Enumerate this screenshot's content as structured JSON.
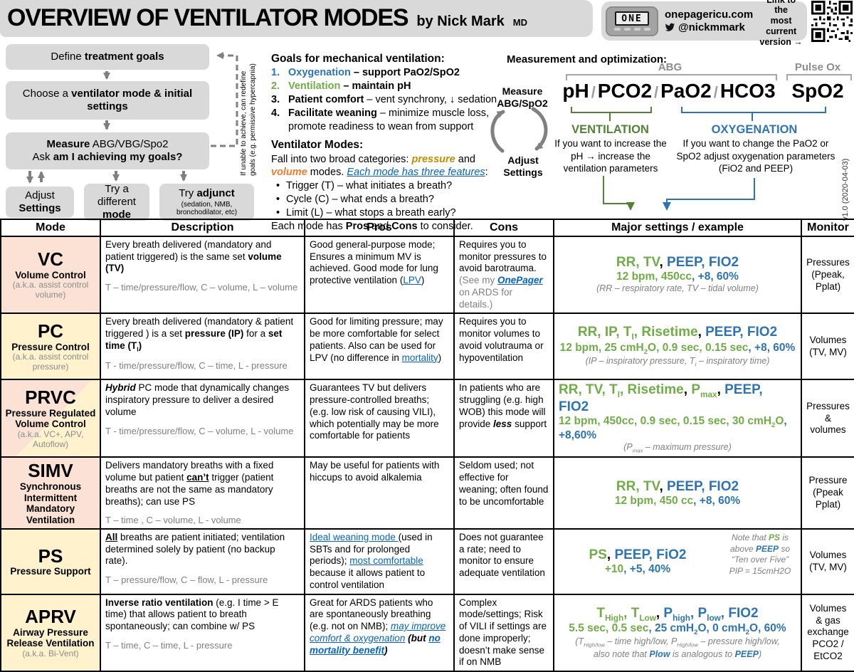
{
  "colors": {
    "accent_green": "#70ad47",
    "accent_dark_green": "#538135",
    "accent_blue": "#2e74b5",
    "link_blue": "#0563c1",
    "gold": "#bf8f00",
    "orange": "#ed7d31",
    "box_gray": "#d9d9d9",
    "mode_peach": "#fbe2d5",
    "mode_yellow": "#fff2cc"
  },
  "header": {
    "title": "OVERVIEW OF VENTILATOR MODES",
    "byline": "by Nick Mark",
    "credential": "MD",
    "brand": {
      "pager_text": "ONE",
      "site": "onepagericu.com",
      "twitter": "@nickmmark",
      "link_note": "Link to the\nmost current\nversion →"
    },
    "version": "v1.0 (2020-04-03)"
  },
  "flowchart": {
    "box1": [
      {
        "t": "Define ",
        "s": ""
      },
      {
        "t": "treatment goals",
        "s": "bd"
      }
    ],
    "box2": [
      {
        "t": "Choose a ",
        "s": ""
      },
      {
        "t": "ventilator mode & initial\nsettings",
        "s": "bd"
      }
    ],
    "box3": [
      {
        "t": "Measure",
        "s": "bd"
      },
      {
        "t": " ABG/VBG/Spo2\nAsk ",
        "s": ""
      },
      {
        "t": "am I achieving my goals?",
        "s": "bd"
      }
    ],
    "adjust": [
      {
        "t": "Adjust\n",
        "s": ""
      },
      {
        "t": "Settings",
        "s": "bd"
      }
    ],
    "try_mode": [
      {
        "t": "Try a\ndifferent\n",
        "s": ""
      },
      {
        "t": "mode",
        "s": "bd"
      }
    ],
    "try_adjunct": [
      {
        "t": "Try ",
        "s": ""
      },
      {
        "t": "adjunct",
        "s": "bd"
      }
    ],
    "try_adjunct_sub": "(sedation, NMB,\nbronchodilator, etc)",
    "feedback_note": "If unable to achieve, can redefine\ngoals (e.g. permissive hypercapnia)"
  },
  "goals": {
    "heading": "Goals for mechanical ventilation:",
    "items": [
      {
        "num": "1.",
        "segs": [
          {
            "t": "Oxygenation",
            "s": "b"
          },
          {
            "t": " – support PaO2/SpO2",
            "s": "bd"
          }
        ]
      },
      {
        "num": "2.",
        "segs": [
          {
            "t": "Ventilation",
            "s": "g"
          },
          {
            "t": " – maintain pH",
            "s": "bd"
          }
        ]
      },
      {
        "num": "3.",
        "segs": [
          {
            "t": "Patient comfort",
            "s": "bd"
          },
          {
            "t": " – vent synchrony, ↓ sedation",
            "s": ""
          }
        ]
      },
      {
        "num": "4.",
        "segs": [
          {
            "t": "Facilitate weaning",
            "s": "bd"
          },
          {
            "t": " – minimize muscle loss,\npromote readiness to wean from support",
            "s": ""
          }
        ]
      }
    ],
    "modes_heading": "Ventilator Modes:",
    "modes_intro": [
      {
        "t": "Fall into two broad categories: ",
        "s": ""
      },
      {
        "t": "pressure",
        "s": "go"
      },
      {
        "t": " and ",
        "s": ""
      },
      {
        "t": "volume",
        "s": "or"
      },
      {
        "t": " modes. ",
        "s": ""
      },
      {
        "t": "Each mode has three features",
        "s": "lk it"
      },
      {
        "t": ":",
        "s": ""
      }
    ],
    "bullets": [
      "Trigger (T) – what initiates a breath?",
      "Cycle (C) – what ends a breath?",
      "Limit (L) – what stops a breath early?"
    ],
    "outro": [
      {
        "t": "Each mode has ",
        "s": ""
      },
      {
        "t": "Pros",
        "s": "bd"
      },
      {
        "t": " and ",
        "s": ""
      },
      {
        "t": "Cons",
        "s": "bd"
      },
      {
        "t": " to consider.",
        "s": ""
      }
    ]
  },
  "measurement": {
    "heading": "Measurement and optimization:",
    "cycle": {
      "measure": "Measure\nABG/SpO2",
      "adjust": "Adjust\nSettings"
    },
    "abg_label": "ABG",
    "pulseox_label": "Pulse Ox",
    "formula": [
      {
        "t": "pH",
        "s": ""
      },
      {
        "t": "/",
        "s": "slash"
      },
      {
        "t": "PCO2",
        "s": ""
      },
      {
        "t": "/",
        "s": "slash"
      },
      {
        "t": "PaO2",
        "s": ""
      },
      {
        "t": "/",
        "s": "slash"
      },
      {
        "t": "HCO3",
        "s": ""
      }
    ],
    "spo2": "SpO2",
    "ventilation": {
      "title": "VENTILATION",
      "text": "If you want to increase the pH → increase the ventilation parameters"
    },
    "oxygenation": {
      "title": "OXYGENATION",
      "text": "If you want to change the PaO2 or SpO2 adjust oxygenation parameters (FiO2 and PEEP)"
    }
  },
  "table": {
    "headers": [
      "Mode",
      "Description",
      "Pros",
      "Cons",
      "Major settings / example",
      "Monitor"
    ],
    "rows": [
      {
        "mode": {
          "abbr": "VC",
          "name": "Volume Control",
          "aka": "(a.k.a. assist control\nvolume)",
          "bg": "#fbe2d5"
        },
        "desc": [
          {
            "t": "Every breath delivered (mandatory and patient triggered) is the same set ",
            "s": ""
          },
          {
            "t": "volume (TV)",
            "s": "bd"
          }
        ],
        "tcl": "T – time/pressure/flow, C – volume, L – volume",
        "pros": [
          {
            "t": "Good general-purpose mode; Ensures a minimum MV is achieved. Good mode for lung protective ventilation (",
            "s": ""
          },
          {
            "t": "LPV",
            "s": "lk"
          },
          {
            "t": ")",
            "s": ""
          }
        ],
        "cons": [
          {
            "t": "Requires you to monitor pressures to avoid barotrauma.\n",
            "s": ""
          },
          {
            "t": "(See my ",
            "s": "gy"
          },
          {
            "t": "OnePager",
            "s": "lk it bd"
          },
          {
            "t": " on ARDS for details.)",
            "s": "gy"
          }
        ],
        "set1": [
          {
            "t": "RR, TV",
            "s": "g"
          },
          {
            "t": ", ",
            "s": "k bd"
          },
          {
            "t": "PEEP, FIO2",
            "s": "b"
          }
        ],
        "set2": [
          {
            "t": "12 bpm, 450cc",
            "s": "g"
          },
          {
            "t": ", ",
            "s": "b"
          },
          {
            "t": "+8, 60%",
            "s": "b"
          }
        ],
        "note": [
          {
            "t": "(RR – respiratory rate, TV – tidal volume)",
            "s": ""
          }
        ],
        "monitor": "Pressures\n(Ppeak,\nPplat)"
      },
      {
        "mode": {
          "abbr": "PC",
          "name": "Pressure Control",
          "aka": "(a.k.a. assist control\npressure)",
          "bg": "#fff2cc"
        },
        "desc": [
          {
            "t": "Every breath delivered (mandatory & patient triggered ) is a set ",
            "s": ""
          },
          {
            "t": "pressure (IP)",
            "s": "bd"
          },
          {
            "t": " for a ",
            "s": ""
          },
          {
            "t": "set time (T",
            "s": "bd"
          },
          {
            "t": "I",
            "s": "bd sub"
          },
          {
            "t": ")",
            "s": "bd"
          }
        ],
        "tcl": "T - time/pressure/flow, C – time, L - pressure",
        "pros": [
          {
            "t": "Good for limiting pressure; may be more comfortable for select patients. Also can be used for LPV (no difference in ",
            "s": ""
          },
          {
            "t": "mortality",
            "s": "lk"
          },
          {
            "t": ")",
            "s": ""
          }
        ],
        "cons": [
          {
            "t": "Requires you to monitor volumes to avoid volutrauma or hypoventilation",
            "s": ""
          }
        ],
        "set1": [
          {
            "t": "RR, IP, T",
            "s": "g"
          },
          {
            "t": "I",
            "s": "g sub"
          },
          {
            "t": ", Risetime",
            "s": "g"
          },
          {
            "t": ", ",
            "s": "k bd"
          },
          {
            "t": "PEEP, FIO2",
            "s": "b"
          }
        ],
        "set2": [
          {
            "t": "12 bpm, 25 cmH",
            "s": "g"
          },
          {
            "t": "2",
            "s": "g sub"
          },
          {
            "t": "O, 0.9 sec, 0.15 sec",
            "s": "g"
          },
          {
            "t": ", ",
            "s": "b"
          },
          {
            "t": "+8, 60%",
            "s": "b"
          }
        ],
        "note": [
          {
            "t": "(IP – inspiratory pressure, T",
            "s": ""
          },
          {
            "t": "I",
            "s": "sub"
          },
          {
            "t": " – inspiratory time)",
            "s": ""
          }
        ],
        "monitor": "Volumes\n(TV, MV)"
      },
      {
        "mode": {
          "abbr": "PRVC",
          "name": "Pressure Regulated\nVolume Control",
          "aka": "(a.k.a. VC+, APV,\nAutoflow)",
          "bg": "linear-gradient(135deg,#fbe2d5 52%,#fff2cc 52%)"
        },
        "desc": [
          {
            "t": "Hybrid",
            "s": "bd it"
          },
          {
            "t": " PC mode that dynamically changes inspiratory pressure to deliver a desired volume",
            "s": ""
          }
        ],
        "tcl": "T - time/pressure/flow, C – volume, L - volume",
        "pros": [
          {
            "t": "Guarantees TV but delivers pressure-controlled breaths; (e.g. low risk of causing VILI), which potentially may be more comfortable for patients",
            "s": ""
          }
        ],
        "cons": [
          {
            "t": "In patients who are struggling (e.g. high WOB) this mode will provide ",
            "s": ""
          },
          {
            "t": "less",
            "s": "bd it"
          },
          {
            "t": " support",
            "s": ""
          }
        ],
        "set1": [
          {
            "t": "RR, TV, T",
            "s": "g"
          },
          {
            "t": "I",
            "s": "g sub"
          },
          {
            "t": ", Risetime",
            "s": "g"
          },
          {
            "t": ", ",
            "s": "k bd"
          },
          {
            "t": "P",
            "s": "g"
          },
          {
            "t": "max",
            "s": "g sub"
          },
          {
            "t": ", ",
            "s": "k bd"
          },
          {
            "t": "PEEP, FIO2",
            "s": "b"
          }
        ],
        "set2": [
          {
            "t": "12 bpm, 450cc, 0.9 sec, 0.15 sec, 30 cmH",
            "s": "g"
          },
          {
            "t": "2",
            "s": "g sub"
          },
          {
            "t": "O",
            "s": "g"
          },
          {
            "t": ", ",
            "s": "b"
          },
          {
            "t": "+8,60%",
            "s": "b"
          }
        ],
        "note": [
          {
            "t": "(P",
            "s": ""
          },
          {
            "t": "max",
            "s": "sub"
          },
          {
            "t": " – maximum pressure)",
            "s": ""
          }
        ],
        "monitor": "Pressures\n&\nvolumes"
      },
      {
        "mode": {
          "abbr": "SIMV",
          "name": "Synchronous\nIntermittent\nMandatory Ventilation",
          "aka": "",
          "bg": "#fbe2d5"
        },
        "desc": [
          {
            "t": "Delivers mandatory breaths with a fixed volume but patient ",
            "s": ""
          },
          {
            "t": "can’t",
            "s": "bd u"
          },
          {
            "t": " trigger (patient breaths are not the same as mandatory breaths); can use PS",
            "s": ""
          }
        ],
        "tcl": "T – time , C – volume, L - volume",
        "pros": [
          {
            "t": "May be useful for patients with hiccups to avoid alkalemia",
            "s": ""
          }
        ],
        "cons": [
          {
            "t": "Seldom used; not effective for weaning; often found to be uncomfortable",
            "s": ""
          }
        ],
        "set1": [
          {
            "t": "RR, TV",
            "s": "g"
          },
          {
            "t": ", ",
            "s": "k bd"
          },
          {
            "t": "PEEP, FIO2",
            "s": "b"
          }
        ],
        "set2": [
          {
            "t": "12 bpm, 450 cc",
            "s": "g"
          },
          {
            "t": ", ",
            "s": "b"
          },
          {
            "t": "+8, 60%",
            "s": "b"
          }
        ],
        "note": [],
        "monitor": "Pressure\n(Ppeak\nPplat)"
      },
      {
        "mode": {
          "abbr": "PS",
          "name": "Pressure Support",
          "aka": "",
          "bg": "#fff2cc"
        },
        "desc": [
          {
            "t": "All",
            "s": "bd u"
          },
          {
            "t": " breaths are patient initiated; ventilation determined solely by patient (no backup rate).",
            "s": ""
          }
        ],
        "tcl": "T – pressure/flow, C – flow, L - pressure",
        "pros": [
          {
            "t": "Ideal weaning mode ",
            "s": "lk"
          },
          {
            "t": "(used in SBTs and for prolonged periods); ",
            "s": ""
          },
          {
            "t": "most comfortable ",
            "s": "lk"
          },
          {
            "t": "because it allows patient to control ventilation",
            "s": ""
          }
        ],
        "cons": [
          {
            "t": "Does not guarantee a rate; need to monitor to ensure adequate ventilation",
            "s": ""
          }
        ],
        "set1": [
          {
            "t": "PS",
            "s": "g"
          },
          {
            "t": ", ",
            "s": "k bd"
          },
          {
            "t": "PEEP, FiO2",
            "s": "b"
          }
        ],
        "set2": [
          {
            "t": "+10",
            "s": "g"
          },
          {
            "t": ", ",
            "s": "b"
          },
          {
            "t": "+5, 40%",
            "s": "b"
          }
        ],
        "note": [],
        "sidenote": [
          {
            "t": "Note that ",
            "s": ""
          },
          {
            "t": "PS",
            "s": "g it"
          },
          {
            "t": " is\nabove ",
            "s": ""
          },
          {
            "t": "PEEP",
            "s": "b it"
          },
          {
            "t": " so\n“Ten over Five”\nPIP = 15cmH2O",
            "s": ""
          }
        ],
        "monitor": "Volumes\n(TV, MV)"
      },
      {
        "mode": {
          "abbr": "APRV",
          "name": "Airway Pressure\nRelease Ventilation",
          "aka": "(a.k.a. Bi-Vent)",
          "bg": "#fff2cc"
        },
        "desc": [
          {
            "t": "Inverse ratio ventilation",
            "s": "bd"
          },
          {
            "t": " (e.g. I time > E time) that allows patient to breath spontaneously; can combine w/ PS",
            "s": ""
          }
        ],
        "tcl": "T – time, C – time, L -  pressure",
        "pros": [
          {
            "t": "Great for ARDS patients who are spontaneously breathing (e.g. not on NMB); ",
            "s": ""
          },
          {
            "t": "may improve comfort & oxygenation",
            "s": "lk it"
          },
          {
            "t": " (but ",
            "s": "bd it"
          },
          {
            "t": "no mortality benefit",
            "s": "lk it bd"
          },
          {
            "t": ")",
            "s": "bd it"
          }
        ],
        "cons": [
          {
            "t": "Complex mode/settings; Risk of VILI if settings are done improperly; doesn’t make sense if on NMB",
            "s": ""
          }
        ],
        "set1": [
          {
            "t": "T",
            "s": "g"
          },
          {
            "t": "High",
            "s": "g sub"
          },
          {
            "t": ", T",
            "s": "g"
          },
          {
            "t": "Low",
            "s": "g sub"
          },
          {
            "t": ", ",
            "s": "k bd"
          },
          {
            "t": "P",
            "s": "b"
          },
          {
            "t": "high",
            "s": "b sub"
          },
          {
            "t": ", P",
            "s": "b"
          },
          {
            "t": "low",
            "s": "b sub"
          },
          {
            "t": ", FIO2",
            "s": "b"
          }
        ],
        "set2": [
          {
            "t": "5.5 sec, 0.5 sec",
            "s": "g"
          },
          {
            "t": ", ",
            "s": "b"
          },
          {
            "t": "25 cmH",
            "s": "b"
          },
          {
            "t": "2",
            "s": "b sub"
          },
          {
            "t": "O, 0 cmH",
            "s": "b"
          },
          {
            "t": "2",
            "s": "b sub"
          },
          {
            "t": "O, 60%",
            "s": "b"
          }
        ],
        "note": [
          {
            "t": "(T",
            "s": ""
          },
          {
            "t": "High/low",
            "s": "sub"
          },
          {
            "t": " – time high/low, P",
            "s": ""
          },
          {
            "t": "High/low",
            "s": "sub"
          },
          {
            "t": " – pressure high/low,\nalso note that ",
            "s": ""
          },
          {
            "t": "Plow",
            "s": "b it"
          },
          {
            "t": " is analogous to ",
            "s": ""
          },
          {
            "t": "PEEP",
            "s": "b it"
          },
          {
            "t": ")",
            "s": ""
          }
        ],
        "monitor": "Volumes\n& gas\nexchange\nPCO2 /\nEtCO2"
      }
    ]
  }
}
